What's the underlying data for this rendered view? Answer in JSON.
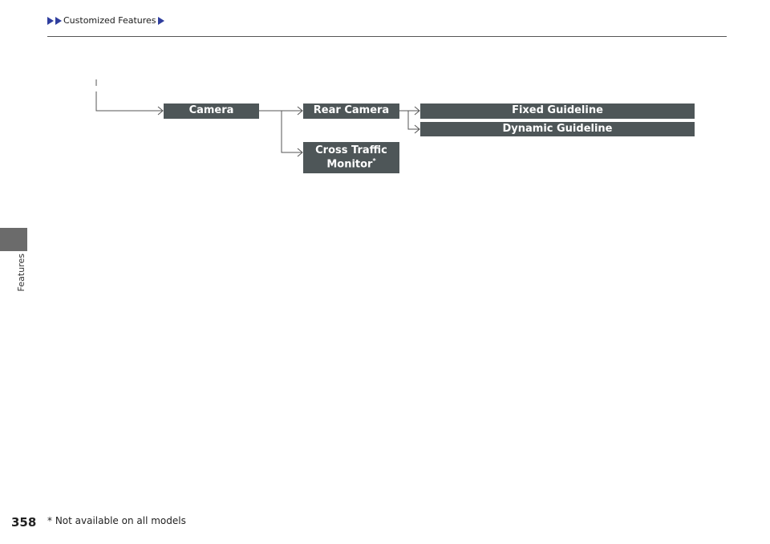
{
  "header": {
    "breadcrumb_label": "Customized Features"
  },
  "side_tab": {
    "label": "Features"
  },
  "diagram": {
    "camera": "Camera",
    "rear_camera": "Rear Camera",
    "fixed_guideline": "Fixed Guideline",
    "dynamic_guideline": "Dynamic Guideline",
    "cross_traffic_line1": "Cross Traffic",
    "cross_traffic_line2": "Monitor",
    "cross_traffic_marker": "*"
  },
  "footer": {
    "page_number": "358",
    "footnote": "* Not available on all models"
  },
  "colors": {
    "box_fill": "#4e5658",
    "breadcrumb_arrow": "#2f3e9e",
    "side_tab": "#6b6b6b"
  },
  "icons": {
    "breadcrumb_arrow": "right-triangle-icon"
  }
}
